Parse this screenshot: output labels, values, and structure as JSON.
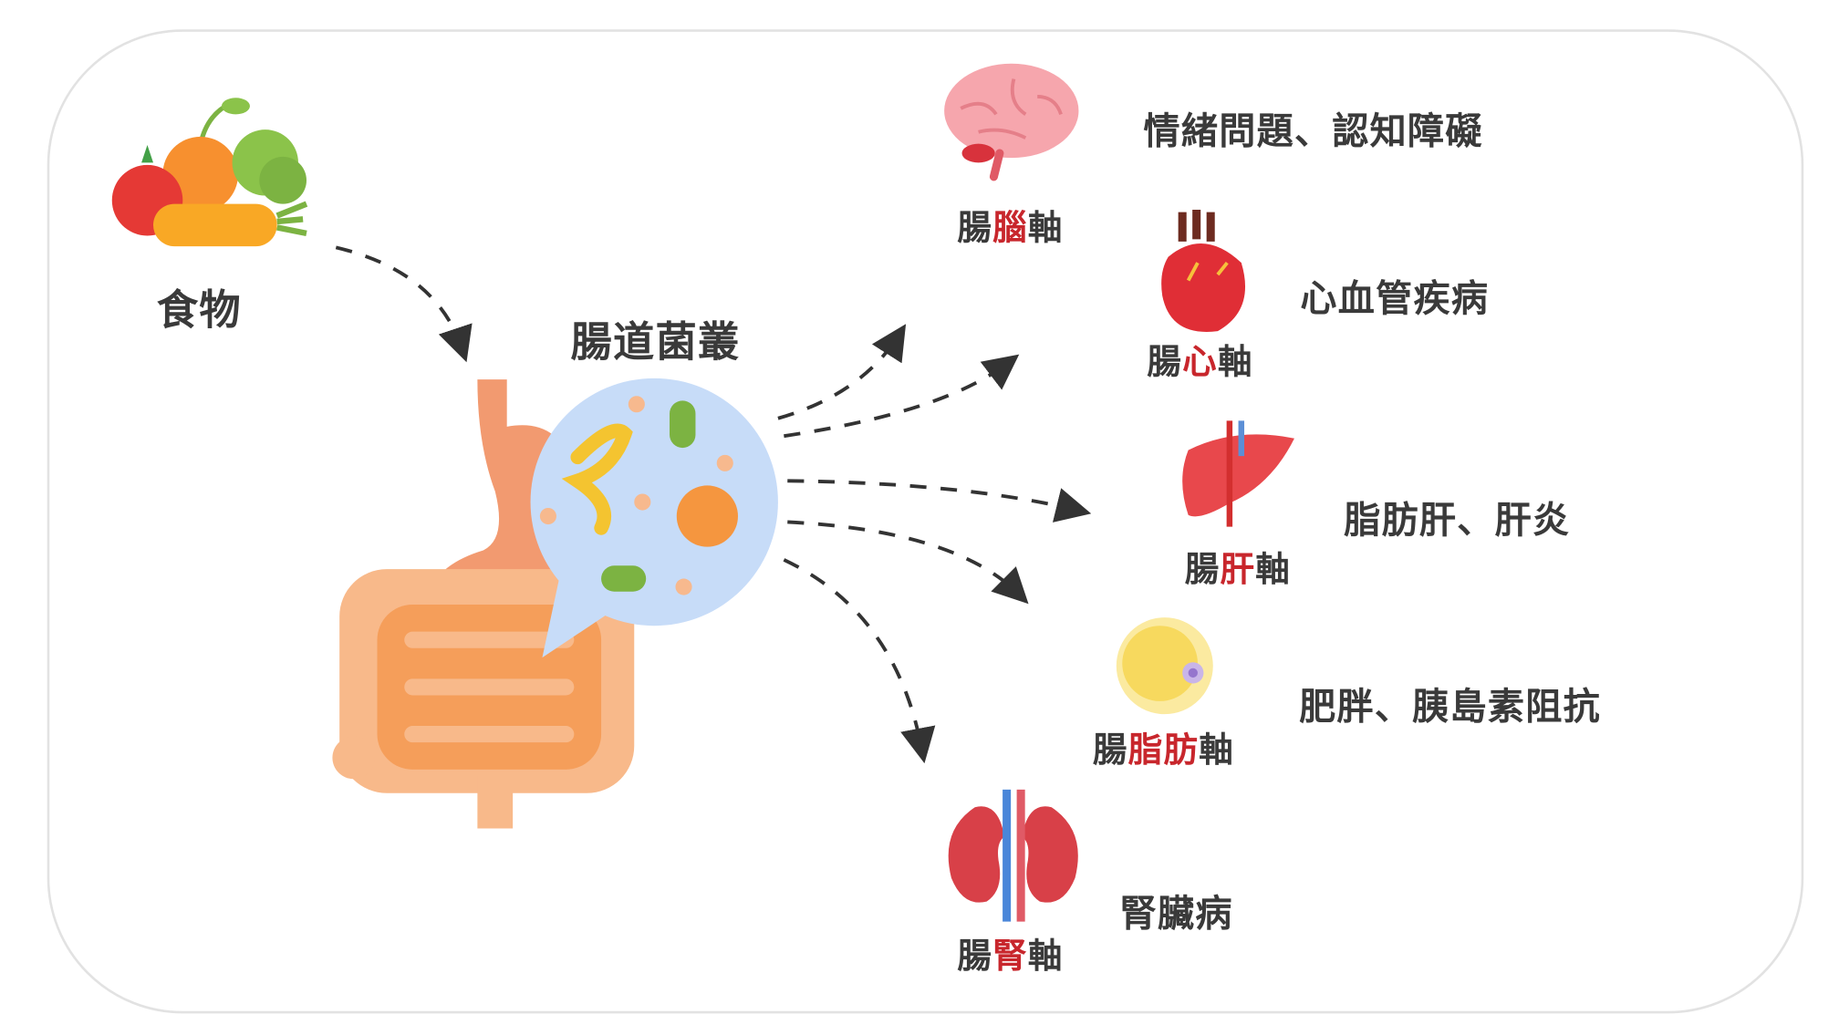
{
  "food_label": "食物",
  "microbiota_label": "腸道菌叢",
  "axes": [
    {
      "prefix": "腸",
      "organ": "腦",
      "suffix": "軸",
      "condition": "情緒問題、認知障礙",
      "icon": "brain-icon"
    },
    {
      "prefix": "腸",
      "organ": "心",
      "suffix": "軸",
      "condition": "心血管疾病",
      "icon": "heart-icon"
    },
    {
      "prefix": "腸",
      "organ": "肝",
      "suffix": "軸",
      "condition": "脂肪肝、肝炎",
      "icon": "liver-icon"
    },
    {
      "prefix": "腸",
      "organ": "脂肪",
      "suffix": "軸",
      "condition": "肥胖、胰島素阻抗",
      "icon": "fat-cell-icon"
    },
    {
      "prefix": "腸",
      "organ": "腎",
      "suffix": "軸",
      "condition": "腎臟病",
      "icon": "kidney-icon"
    }
  ],
  "colors": {
    "accent": "#c8262c",
    "text": "#3a3a3a",
    "bubble": "#c7dcf8",
    "gut": "#f5a46a"
  }
}
